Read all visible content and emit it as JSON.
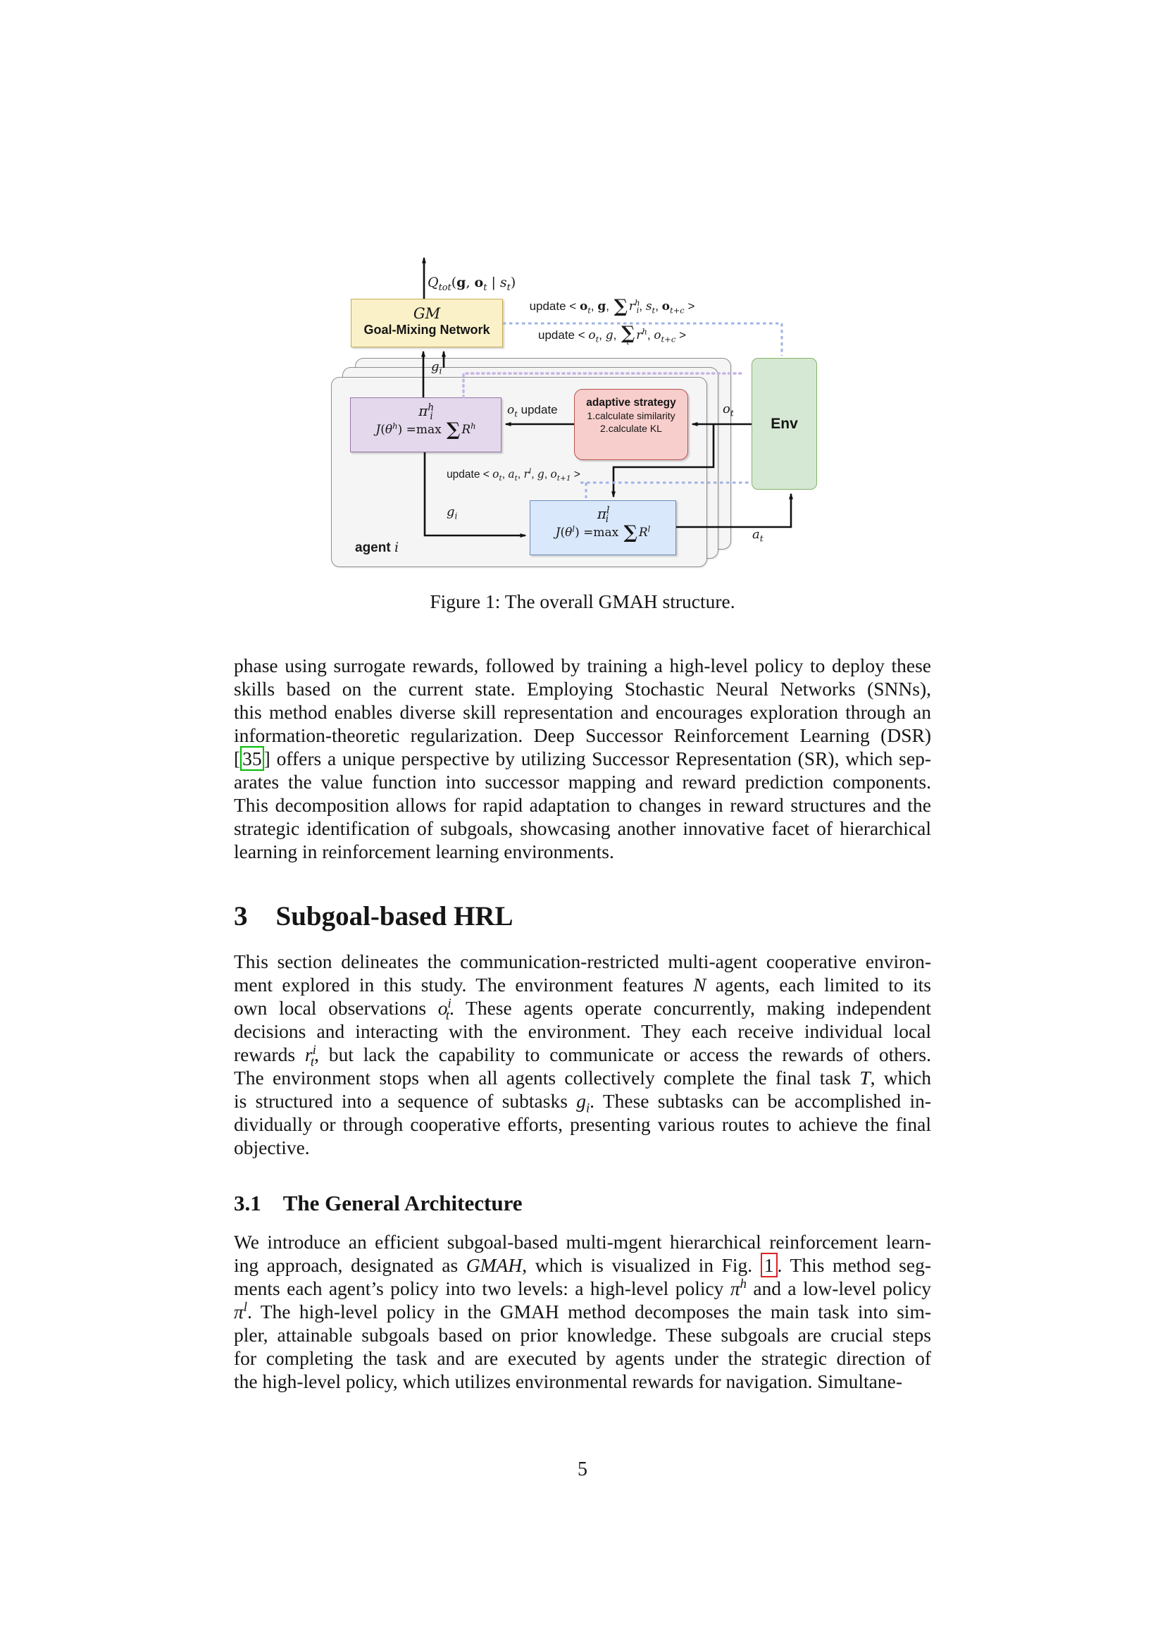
{
  "colors": {
    "gm_fill": "#FBF1C9",
    "gm_border": "#C7AC52",
    "purple_fill": "#E4D8EC",
    "purple_border": "#9673A6",
    "pink_fill": "#F8CECC",
    "pink_border": "#B85450",
    "green_fill": "#D5E8D4",
    "green_border": "#82B366",
    "blue_fill": "#DAE8FC",
    "blue_border": "#6C8EBF",
    "agent_fill": "#F5F5F5",
    "agent_border": "#8F8F8F",
    "dash_blue": "#9FB3E6",
    "dash_purple": "#C9B4E4",
    "cite_green": "#00BB00",
    "cite_red": "#DD2222"
  },
  "figure": {
    "caption": "Figure 1: The overall GMAH structure.",
    "labels": {
      "qtot": "{i|Q}{sub|tot}{r|(}{b|g}{r|, }{b|o}{sub|t}{r| | }{i|s}{sub|t}{r|)}",
      "update_high": "{sans|update} < {b|o}{sub|t}, {b|g}, {sum|}{i|r}{sup|h}{sub|i}, {i|s}{sub|t}, {b|o}{sub|t+c} >",
      "update_mid": "{sans|update} < {i|o}{sub|t}, {i|g}, {sum|t}{i|r}{sup|h}, {i|o}{sub|t+c} >",
      "gi_top": "{i|g}{sub|i}",
      "gi_bottom": "{i|g}{sub|i}",
      "ot_update": "{i|o}{sub|t} {sans|update}",
      "ot_env": "{i|o}{sub|t}",
      "update_low": "{sans|update} < {i|o}{sub|t}, {i|a}{sub|t}, {i|r}{sup|l}, {i|g}, {i|o}{sub|t+1} >",
      "at": "{i|a}{sub|t}",
      "agent": "{bsans|agent} {i|i}"
    },
    "boxes": {
      "gm": {
        "line1": "{i|GM}",
        "line2": "Goal-Mixing Network"
      },
      "high_policy": {
        "line1": "{i|π}{sup|h}{sub|i}",
        "line2": "{i|J}{r|(}{i|θ}{sup|h}{r|) =max }{sum|}{i|R}{sup|h}"
      },
      "adaptive": {
        "title": "adaptive strategy",
        "item1": "1.calculate similarity",
        "item2": "2.calculate KL"
      },
      "env": {
        "label": "Env"
      },
      "low_policy": {
        "line1": "{i|π}{sup|l}{sub|i}",
        "line2": "{i|J}{r|(}{i|θ}{sup|l}{r|) =max }{sum|}{i|R}{sup|l}"
      }
    }
  },
  "sections": {
    "sec3": {
      "number": "3",
      "title": "Subgoal-based HRL"
    },
    "sec31": {
      "number": "3.1",
      "title": "The General Architecture"
    }
  },
  "paragraphs": {
    "p1_lines": [
      "phase using surrogate rewards, followed by training a high-level policy to deploy these",
      "skills based on the current state.  Employing Stochastic Neural Networks (SNNs),",
      "this method enables diverse skill representation and encourages exploration through an",
      "information-theoretic regularization.  Deep Successor Reinforcement Learning (DSR)",
      "[{gbox|35}] offers a unique perspective by utilizing Successor Representation (SR), which sep-",
      "arates the value function into successor mapping and reward prediction components.",
      "This decomposition allows for rapid adaptation to changes in reward structures and the",
      "strategic identification of subgoals, showcasing another innovative facet of hierarchical",
      "learning in reinforcement learning environments."
    ],
    "p2_lines": [
      "This section delineates the communication-restricted multi-agent cooperative environ-",
      "ment explored in this study.  The environment features {i|N} agents, each limited to its",
      "own local observations {i|o}{sup|i}{sub|t}.  These agents operate concurrently, making independent",
      "decisions and interacting with the environment.  They each receive individual local",
      "rewards {i|r}{sup|i}{sub|t}, but lack the capability to communicate or access the rewards of others.",
      "The environment stops when all agents collectively complete the final task {i|T}, which",
      "is structured into a sequence of subtasks {i|g}{sub|i}.  These subtasks can be accomplished in-",
      "dividually or through cooperative efforts, presenting various routes to achieve the final",
      "objective."
    ],
    "p3_lines": [
      "We introduce an efficient subgoal-based multi-mgent hierarchical reinforcement learn-",
      "ing approach, designated as {i|GMAH}, which is visualized in Fig. {rbox|1}.  This method seg-",
      "ments each agent’s policy into two levels: a high-level policy {i|π}{sup|h} and a low-level policy",
      "{i|π}{sup|l}.  The high-level policy in the GMAH method decomposes the main task into sim-",
      "pler, attainable subgoals based on prior knowledge.  These subgoals are crucial steps",
      "for completing the task and are executed by agents under the strategic direction of",
      "the high-level policy, which utilizes environmental rewards for navigation.  Simultane-"
    ]
  },
  "page": {
    "number": "5"
  }
}
